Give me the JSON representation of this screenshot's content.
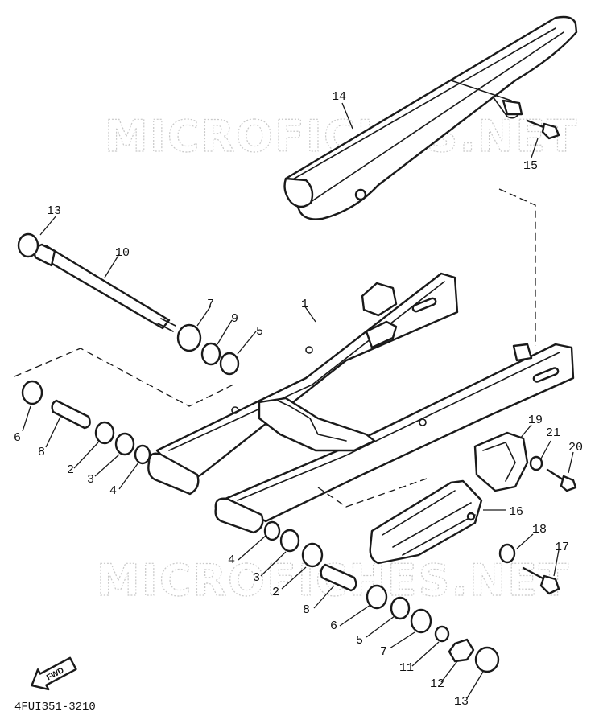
{
  "watermark": "MICROFICHES.NET",
  "drawing_code": "4FUI351-3210",
  "direction_label": "FWD",
  "callouts": {
    "c1": "1",
    "c2a": "2",
    "c2b": "2",
    "c3a": "3",
    "c3b": "3",
    "c4a": "4",
    "c4b": "4",
    "c5a": "5",
    "c5b": "5",
    "c6a": "6",
    "c6b": "6",
    "c7a": "7",
    "c7b": "7",
    "c8a": "8",
    "c8b": "8",
    "c9": "9",
    "c10": "10",
    "c11": "11",
    "c12": "12",
    "c13a": "13",
    "c13b": "13",
    "c14": "14",
    "c15": "15",
    "c16": "16",
    "c17": "17",
    "c18": "18",
    "c19": "19",
    "c20": "20",
    "c21": "21"
  }
}
